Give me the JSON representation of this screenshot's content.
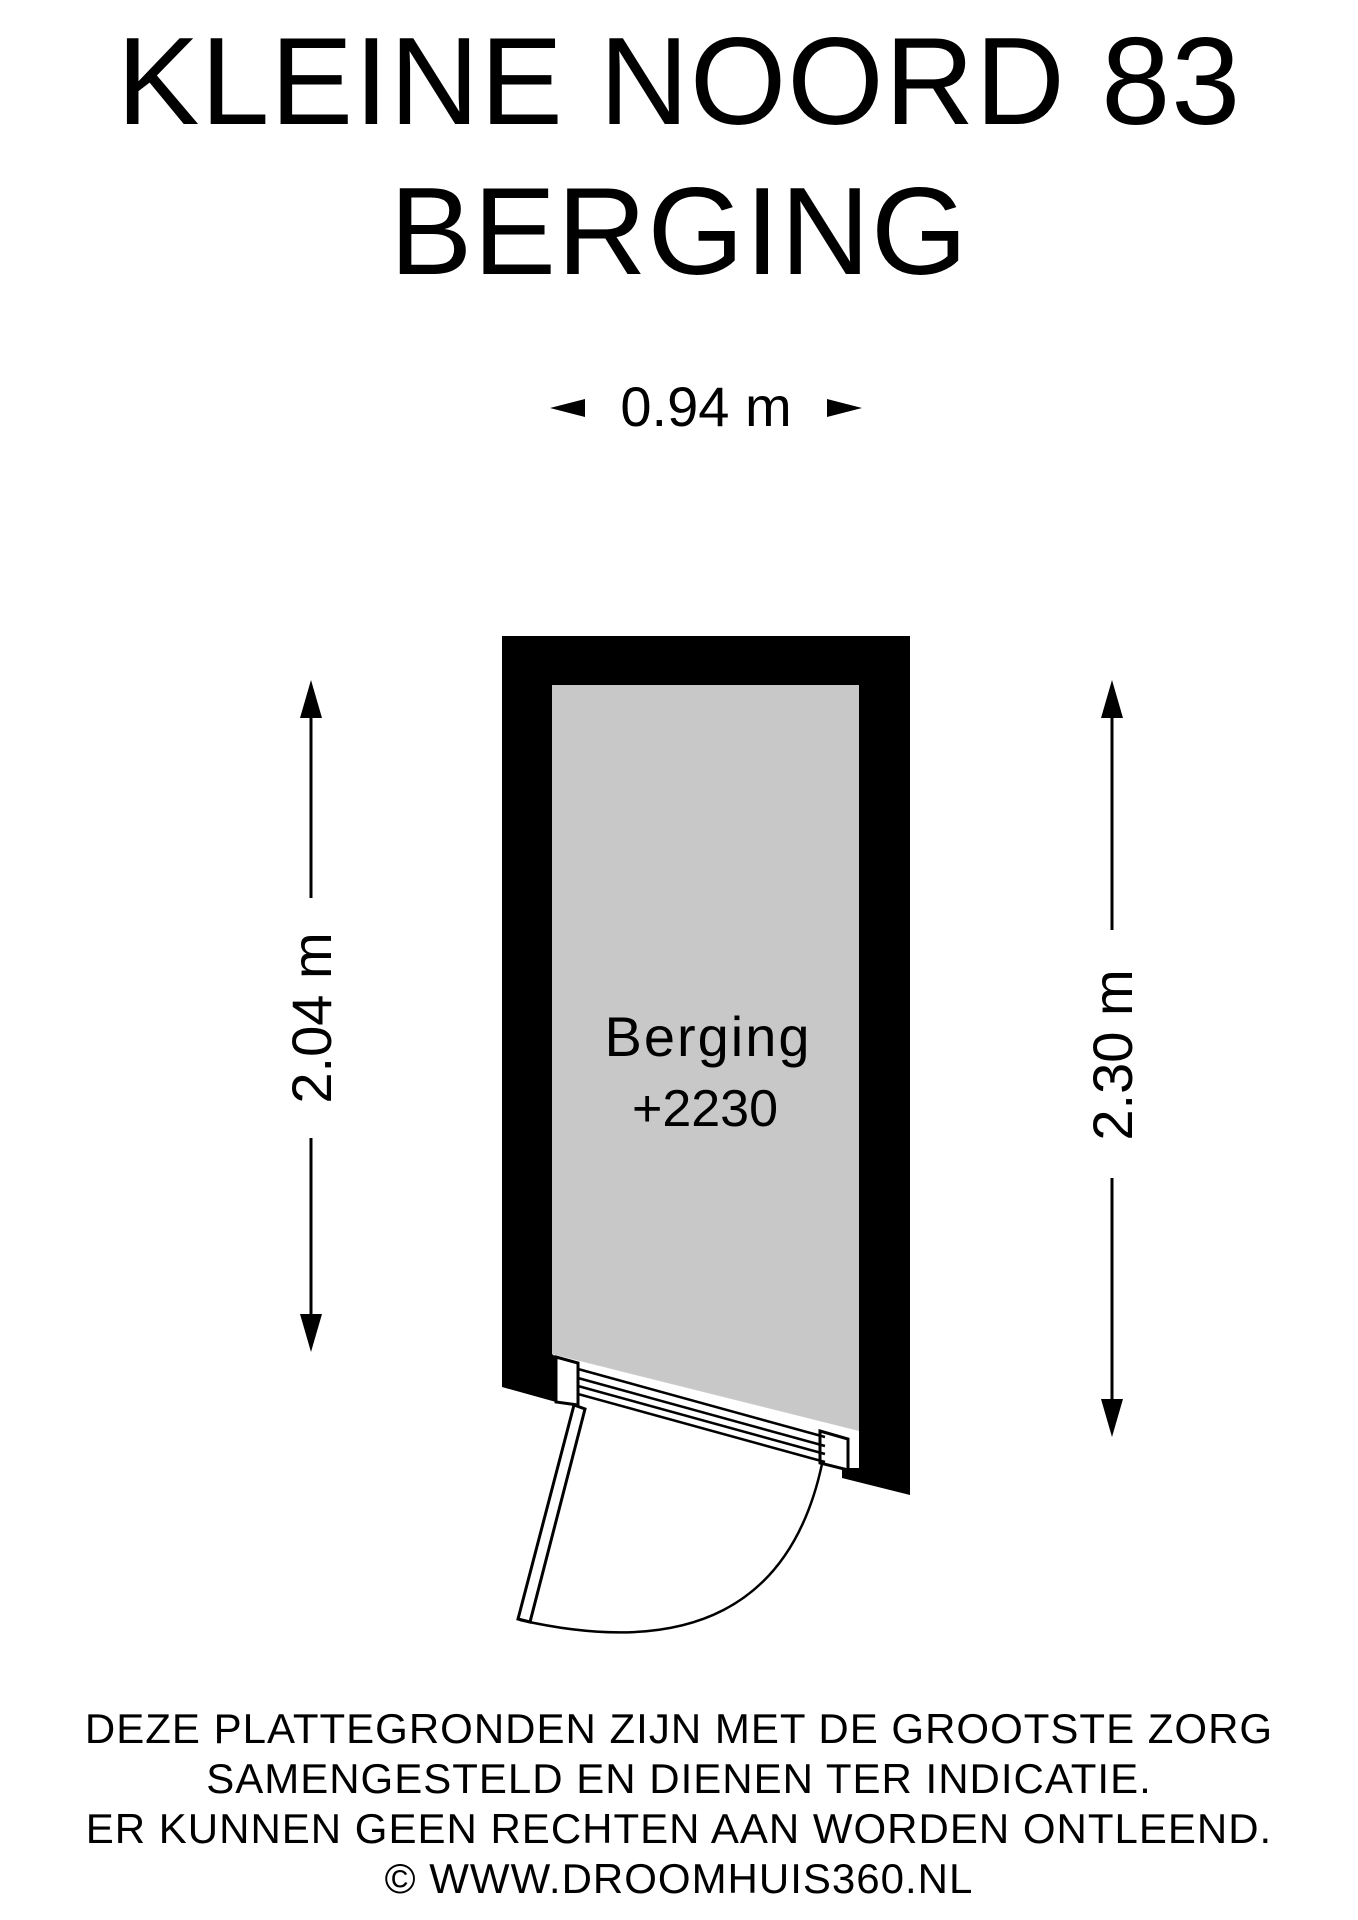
{
  "title": {
    "line1": "KLEINE NOORD 83",
    "line2": "BERGING"
  },
  "dimensions": {
    "width": "0.94 m",
    "left_height": "2.04 m",
    "right_height": "2.30 m"
  },
  "room": {
    "name": "Berging",
    "level": "+2230",
    "fill_color": "#c8c8c8",
    "wall_color": "#000000"
  },
  "disclaimer": {
    "lines": [
      "DEZE PLATTEGRONDEN ZIJN MET DE GROOTSTE ZORG",
      "SAMENGESTELD EN DIENEN TER INDICATIE.",
      "ER KUNNEN GEEN RECHTEN AAN WORDEN ONTLEEND.",
      "© WWW.DROOMHUIS360.NL"
    ]
  }
}
